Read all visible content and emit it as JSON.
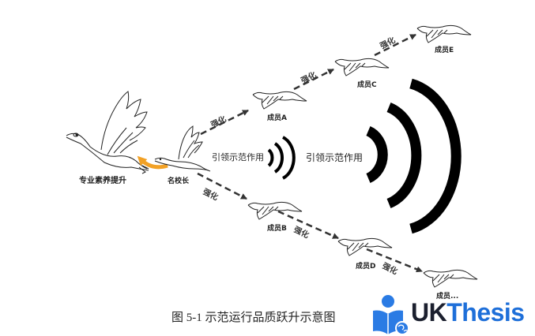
{
  "diagram": {
    "title": "图 5-1  示范运行品质跃升示意图",
    "nodes": {
      "big_goose": "专业素养提升",
      "principal": "名校长",
      "member_a": "成员A",
      "member_b": "成员B",
      "member_c": "成员C",
      "member_d": "成员D",
      "member_e": "成员E",
      "member_more": "成员..."
    },
    "edge_label": "强化",
    "signal_labels": {
      "small": "引领示范作用",
      "large": "引领示范作用"
    },
    "colors": {
      "arrow_orange": "#f2a125",
      "dashed_arrow": "#333333",
      "signal_waves": "#000000"
    }
  },
  "watermark": {
    "brand_uk": "UK",
    "brand_thesis": "Thesis",
    "icon": "reader-globe-icon",
    "colors": {
      "uk": "#1b1f2e",
      "thesis": "#1e6fd9",
      "icon": "#2a7be4"
    }
  }
}
